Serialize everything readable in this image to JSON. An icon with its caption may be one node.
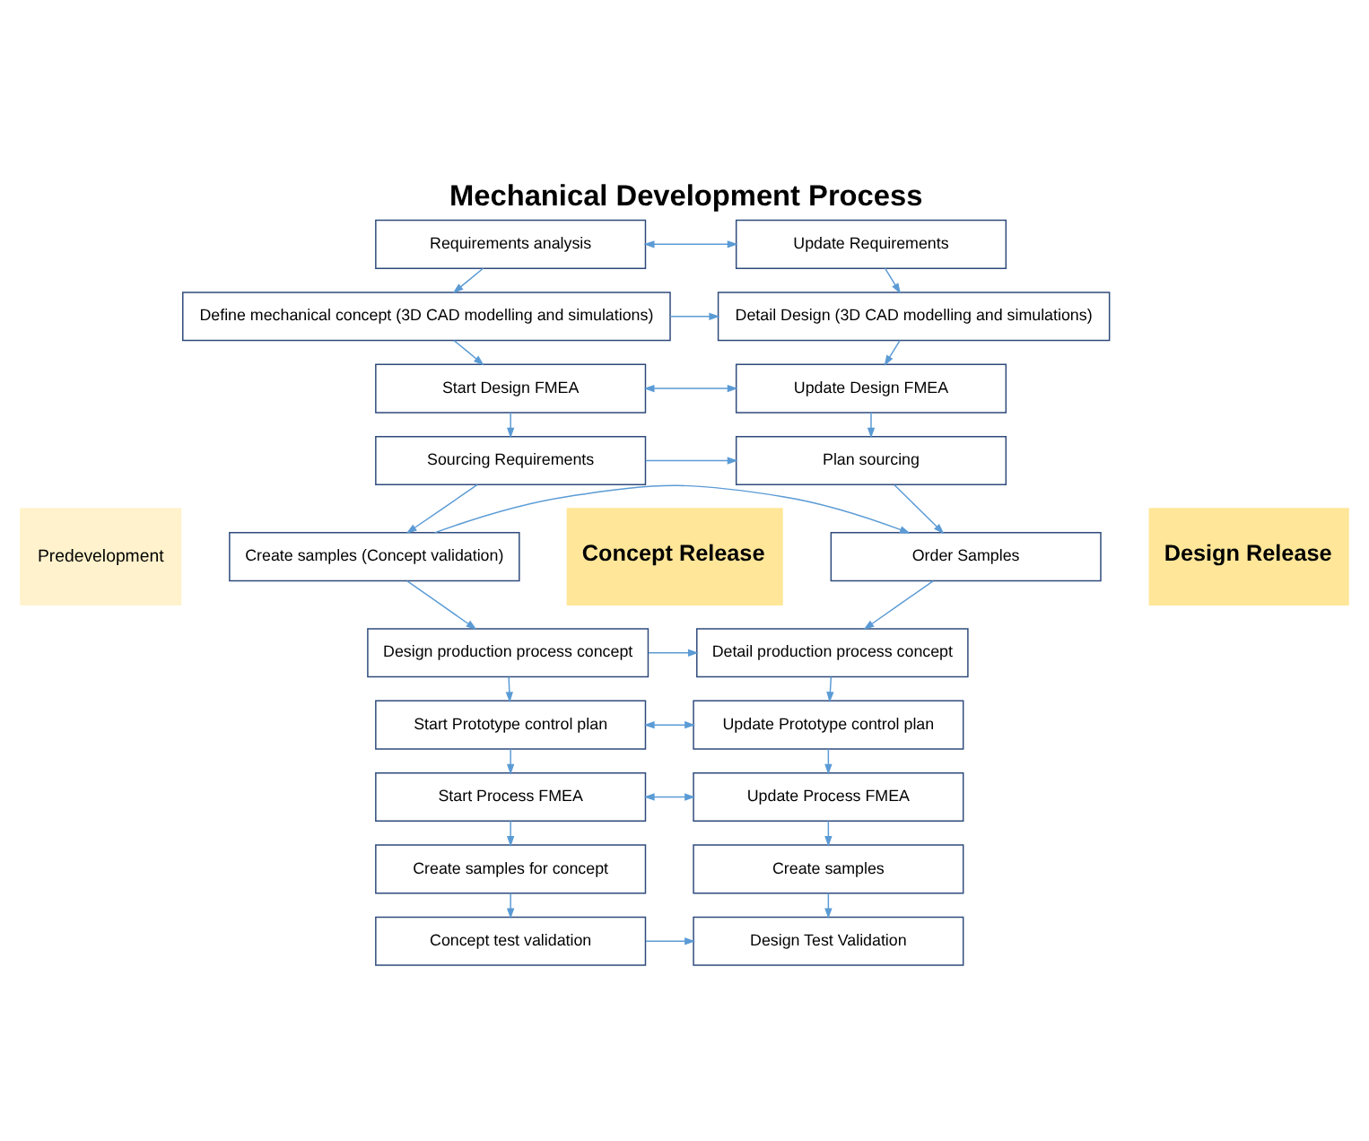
{
  "diagram": {
    "title": "Mechanical Development Process",
    "nodes": [
      {
        "text": [
          "Predevelopment"
        ]
      },
      {
        "text": [
          "Requirements analysis"
        ]
      },
      {
        "text": [
          "Update Requirements"
        ]
      },
      {
        "text": [
          "Define mechanical concept (3D CAD modelling and simulations)"
        ]
      },
      {
        "text": [
          "Detail Design (3D CAD modelling and simulations)"
        ]
      },
      {
        "text": [
          "Start Design FMEA"
        ]
      },
      {
        "text": [
          "Update Design FMEA"
        ]
      },
      {
        "text": [
          "Sourcing Requirements"
        ]
      },
      {
        "text": [
          "Plan sourcing"
        ]
      },
      {
        "text": [
          "Create samples (Concept validation)"
        ]
      },
      {
        "text": [
          "Order Samples"
        ]
      },
      {
        "text": [
          "Design production process concept"
        ]
      },
      {
        "text": [
          "Detail production process concept"
        ]
      },
      {
        "text": [
          "Start Prototype control plan"
        ]
      },
      {
        "text": [
          "Update Prototype control plan"
        ]
      },
      {
        "text": [
          "Start Process FMEA"
        ]
      },
      {
        "text": [
          "Update Process FMEA"
        ]
      },
      {
        "text": [
          "Create samples for concept"
        ]
      },
      {
        "text": [
          "Create samples"
        ]
      },
      {
        "text": [
          "Concept test validation"
        ]
      },
      {
        "text": [
          "Design Test Validation"
        ]
      },
      {
        "text": [
          "Concept Release"
        ]
      },
      {
        "text": [
          "Design Release"
        ]
      }
    ],
    "edges": [
      {
        "from": 1,
        "to": 2,
        "arrow": "both"
      },
      {
        "from": 1,
        "to": 3,
        "arrow": "to"
      },
      {
        "from": 2,
        "to": 4,
        "arrow": "to"
      },
      {
        "from": 3,
        "to": 4,
        "arrow": "to"
      },
      {
        "from": 3,
        "to": 5,
        "arrow": "to"
      },
      {
        "from": 4,
        "to": 6,
        "arrow": "to"
      },
      {
        "from": 5,
        "to": 6,
        "arrow": "both"
      },
      {
        "from": 5,
        "to": 7,
        "arrow": "to"
      },
      {
        "from": 6,
        "to": 8,
        "arrow": "to"
      },
      {
        "from": 7,
        "to": 8,
        "arrow": "to"
      },
      {
        "from": 7,
        "to": 9,
        "arrow": "to"
      },
      {
        "from": 8,
        "to": 10,
        "arrow": "to"
      },
      {
        "from": 9,
        "to": 10,
        "arrow": "to"
      },
      {
        "from": 9,
        "to": 11,
        "arrow": "to"
      },
      {
        "from": 10,
        "to": 12,
        "arrow": "to"
      },
      {
        "from": 11,
        "to": 12,
        "arrow": "to"
      },
      {
        "from": 11,
        "to": 13,
        "arrow": "to"
      },
      {
        "from": 12,
        "to": 14,
        "arrow": "to"
      },
      {
        "from": 13,
        "to": 14,
        "arrow": "both"
      },
      {
        "from": 13,
        "to": 15,
        "arrow": "to"
      },
      {
        "from": 14,
        "to": 16,
        "arrow": "to"
      },
      {
        "from": 15,
        "to": 16,
        "arrow": "both"
      },
      {
        "from": 15,
        "to": 17,
        "arrow": "to"
      },
      {
        "from": 16,
        "to": 18,
        "arrow": "to"
      },
      {
        "from": 17,
        "to": 19,
        "arrow": "to"
      },
      {
        "from": 18,
        "to": 20,
        "arrow": "to"
      },
      {
        "from": 19,
        "to": 20,
        "arrow": "to"
      }
    ]
  }
}
